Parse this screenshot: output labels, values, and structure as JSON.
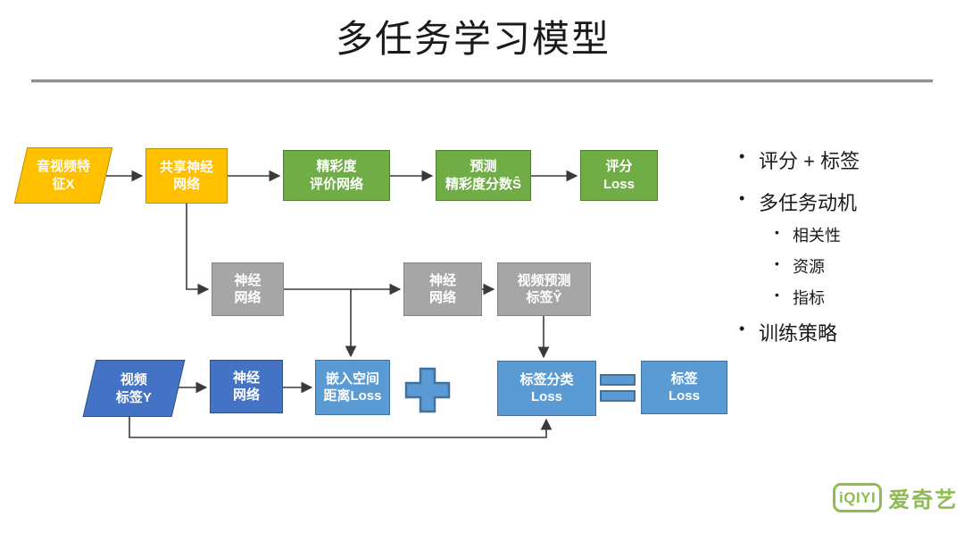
{
  "title": "多任务学习模型",
  "diagram": {
    "nodes": {
      "input_features": {
        "line1": "音视频特",
        "line2": "征X"
      },
      "shared_network": {
        "line1": "共享神经",
        "line2": "网络"
      },
      "highlight_eval_network": {
        "line1": "精彩度",
        "line2": "评价网络"
      },
      "predicted_highlight_score": {
        "line1": "预测",
        "line2": "精彩度分数Ŝ"
      },
      "score_loss": {
        "line1": "评分",
        "line2": "Loss"
      },
      "nn1": {
        "line1": "神经",
        "line2": "网络"
      },
      "nn2": {
        "line1": "神经",
        "line2": "网络"
      },
      "predicted_video_label": {
        "line1": "视频预测",
        "line2": "标签Ŷ"
      },
      "video_label": {
        "line1": "视频",
        "line2": "标签Y"
      },
      "nn3": {
        "line1": "神经",
        "line2": "网络"
      },
      "embedding_distance_loss": {
        "line1": "嵌入空间",
        "line2": "距离Loss"
      },
      "tag_classification_loss": {
        "line1": "标签分类",
        "line2": "Loss"
      },
      "tag_loss": {
        "line1": "标签",
        "line2": "Loss"
      }
    },
    "operators": {
      "plus": "+",
      "equals": "="
    }
  },
  "notes": {
    "items": [
      {
        "label": "评分 + 标签"
      },
      {
        "label": "多任务动机",
        "children": [
          "相关性",
          "资源",
          "指标"
        ]
      },
      {
        "label": "训练策略"
      }
    ]
  },
  "logo": {
    "brand": "iQIYI",
    "brand_cn": "爱奇艺"
  },
  "colors": {
    "yellow": "#FFC000",
    "green": "#70AD47",
    "gray": "#A6A6A6",
    "dark_blue": "#4472C4",
    "light_blue": "#5B9BD5",
    "connector": "#3a3a3a",
    "logo_green": "#8EBC53"
  }
}
